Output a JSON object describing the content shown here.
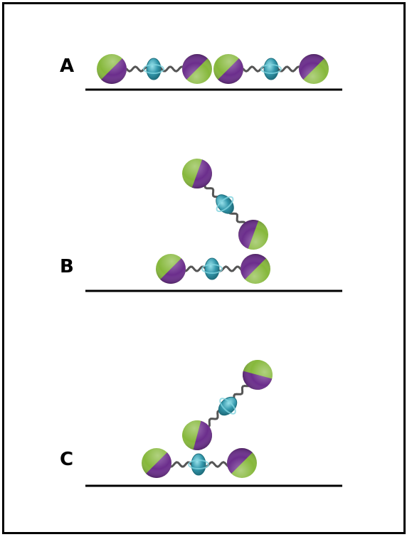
{
  "panels": [
    {
      "id": "A",
      "label": "A"
    },
    {
      "id": "B",
      "label": "B"
    },
    {
      "id": "C",
      "label": "C"
    }
  ],
  "colors": {
    "purple": "#6b2d8c",
    "green": "#86b83b",
    "linker_core": "#2f8fa3",
    "linker_rim": "#7fd3df",
    "linker_chain": "#555555",
    "baseline": "#000000",
    "border": "#000000"
  }
}
